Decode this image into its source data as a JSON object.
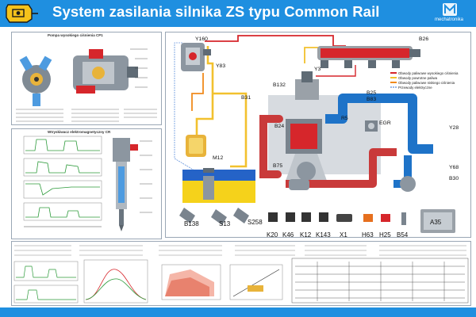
{
  "poster": {
    "title": "System zasilania silnika ZS typu Common Rail",
    "brand": "mechatronika",
    "colors": {
      "header": "#1f8fe0",
      "high_pressure": "#d6262b",
      "return_fuel": "#f2c12e",
      "low_pressure": "#f08a1c",
      "coolant": "#1e73c8",
      "exhaust": "#c93a3a"
    }
  },
  "panels": {
    "pump_title": "Pompa wysokiego ciśnienia CP1",
    "injector_title": "Wtryskiwacz elektromagnetyczny CR"
  },
  "main_legend": {
    "items": [
      "Obwody paliwowe wysokiego ciśnienia",
      "Obwody powrotne paliwa",
      "Obwody paliwowe niskiego ciśnienia",
      "Przewody elektryczne"
    ]
  },
  "components": {
    "y160": "Y160",
    "y83": "Y83",
    "b26": "B26",
    "y3": "Y3",
    "b132": "B132",
    "b31": "B31",
    "b25": "B25",
    "b83": "B83",
    "r5": "R5",
    "egr": "EGR",
    "b24": "B24",
    "y28": "Y28",
    "m12": "M12",
    "b75": "B75",
    "y68": "Y68",
    "b30": "B30"
  },
  "sensors_row": {
    "b138": "B138",
    "s13": "S13",
    "s258": "S258",
    "k20": "K20",
    "k46": "K46",
    "k12": "K12",
    "k143": "K143",
    "x1": "X1",
    "h63": "H63",
    "h25": "H25",
    "b54": "B54",
    "a35": "A35"
  }
}
